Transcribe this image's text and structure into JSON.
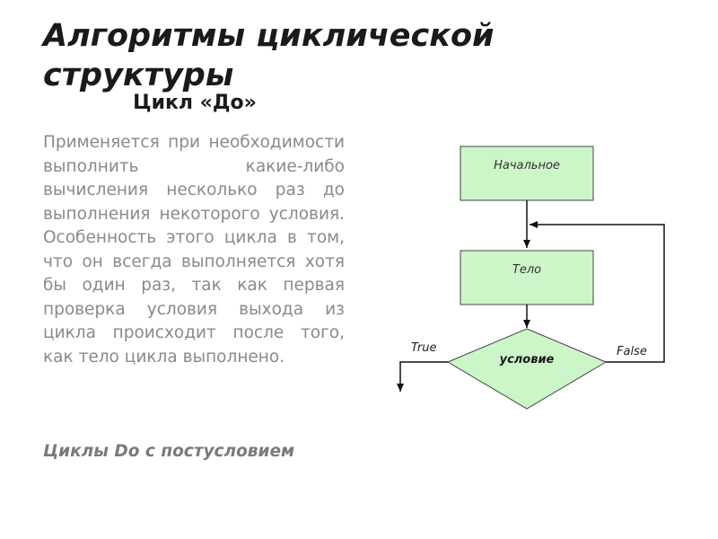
{
  "slide": {
    "title": "Алгоритмы циклической структуры",
    "subtitle": "Цикл «До»",
    "body": "Применяется при необходимости выполнить какие-либо вычисления несколько раз до выполнения некоторого условия. Особенность этого цикла в том, что он всегда выполняется хотя бы один раз, так как первая проверка условия выхода из цикла происходит после того, как тело цикла выполнено.",
    "note": "Циклы Do с постусловием"
  },
  "flowchart": {
    "start_label": "Начальное",
    "body_label": "Тело",
    "condition_label": "условие",
    "true_label": "True",
    "false_label": "False",
    "node_fill": "#ccf5c8",
    "line_color": "#111111"
  }
}
